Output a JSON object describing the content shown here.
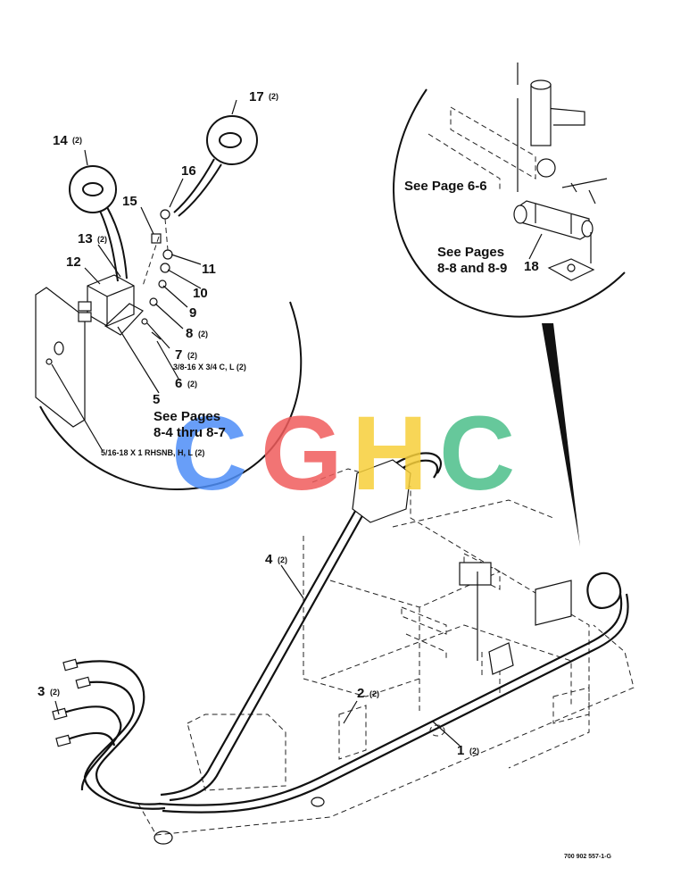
{
  "callouts": [
    {
      "id": "c1",
      "number": "1",
      "count": "(2)"
    },
    {
      "id": "c2",
      "number": "2",
      "count": "(2)"
    },
    {
      "id": "c3",
      "number": "3",
      "count": "(2)"
    },
    {
      "id": "c4",
      "number": "4",
      "count": "(2)"
    },
    {
      "id": "c5",
      "number": "5",
      "count": ""
    },
    {
      "id": "c6",
      "number": "6",
      "count": "(2)"
    },
    {
      "id": "c7",
      "number": "7",
      "count": "(2)"
    },
    {
      "id": "c8",
      "number": "8",
      "count": "(2)"
    },
    {
      "id": "c9",
      "number": "9",
      "count": ""
    },
    {
      "id": "c10",
      "number": "10",
      "count": ""
    },
    {
      "id": "c11",
      "number": "11",
      "count": ""
    },
    {
      "id": "c12",
      "number": "12",
      "count": ""
    },
    {
      "id": "c13",
      "number": "13",
      "count": "(2)"
    },
    {
      "id": "c14",
      "number": "14",
      "count": "(2)"
    },
    {
      "id": "c15",
      "number": "15",
      "count": ""
    },
    {
      "id": "c16",
      "number": "16",
      "count": ""
    },
    {
      "id": "c17",
      "number": "17",
      "count": "(2)"
    },
    {
      "id": "c18",
      "number": "18",
      "count": ""
    }
  ],
  "hardware": {
    "bolt_3_8": "3/8-16 X 3/4 C, L (2)",
    "bolt_5_16": "5/16-18 X 1 RHSNB, H, L (2)"
  },
  "references": {
    "see_pages_8_4_a": "See Pages",
    "see_pages_8_4_b": "8-4 thru 8-7",
    "see_page_6_6": "See Page 6-6",
    "see_pages_8_8_a": "See Pages",
    "see_pages_8_8_b": "8-8 and 8-9"
  },
  "watermark": {
    "letters": [
      "C",
      "G",
      "H",
      "C"
    ],
    "colors": [
      "#4e8ef7",
      "#f05c5c",
      "#f7cf3a",
      "#4cbf8a"
    ]
  },
  "figure_id": "700 902 557-1-G"
}
